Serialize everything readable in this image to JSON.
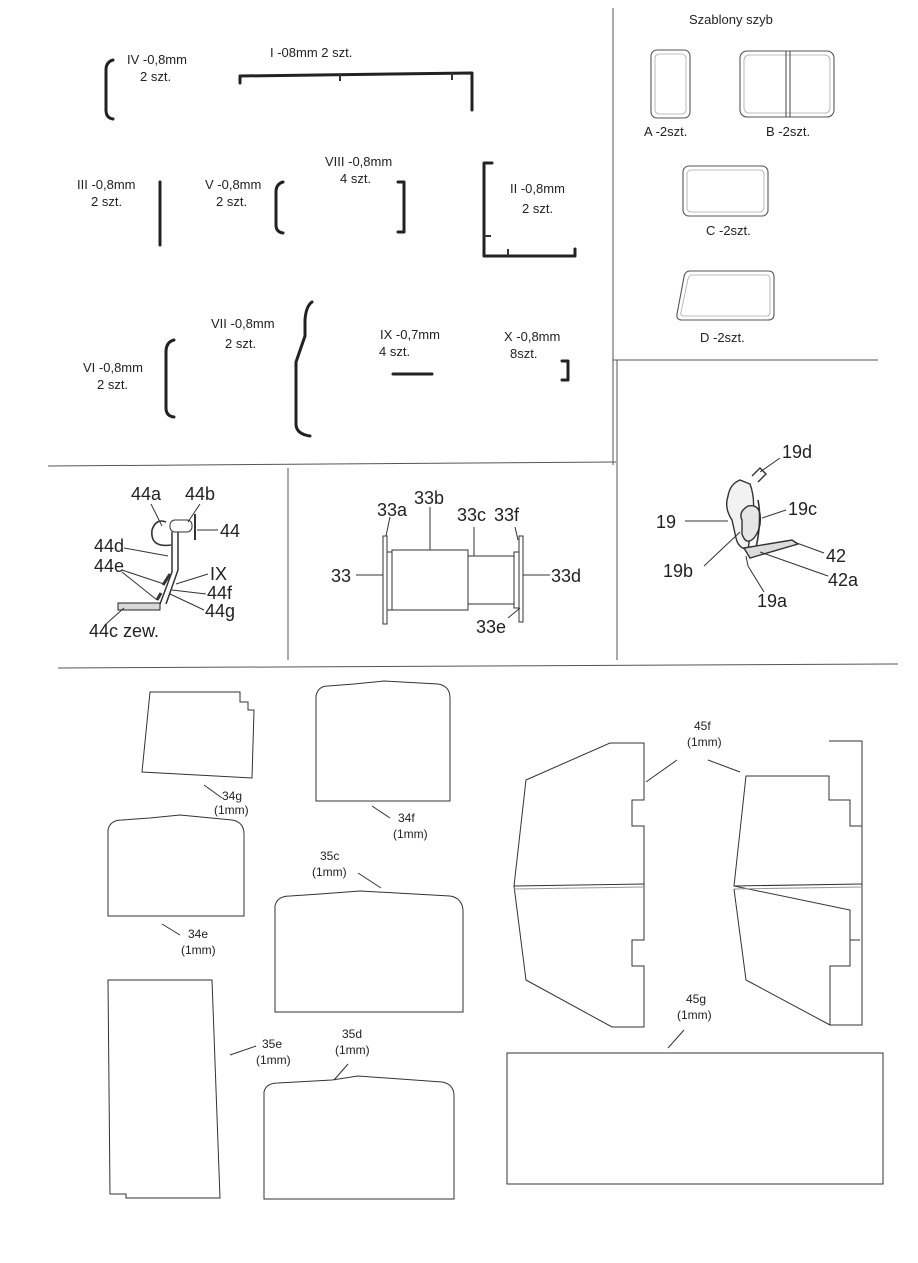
{
  "window_templates": {
    "title": "Szablony szyb",
    "items": [
      {
        "id": "A",
        "label": "A -2szt."
      },
      {
        "id": "B",
        "label": "B -2szt."
      },
      {
        "id": "C",
        "label": "C -2szt."
      },
      {
        "id": "D",
        "label": "D -2szt."
      }
    ]
  },
  "wire_parts": [
    {
      "id": "IV",
      "line1": "IV -0,8mm",
      "line2": "2 szt."
    },
    {
      "id": "I",
      "line1": "I -08mm  2 szt."
    },
    {
      "id": "III",
      "line1": "III -0,8mm",
      "line2": "2 szt."
    },
    {
      "id": "V",
      "line1": "V -0,8mm",
      "line2": "2 szt."
    },
    {
      "id": "VIII",
      "line1": "VIII -0,8mm",
      "line2": "4 szt."
    },
    {
      "id": "II",
      "line1": "II -0,8mm",
      "line2": "2 szt."
    },
    {
      "id": "VII",
      "line1": "VII -0,8mm",
      "line2": "2 szt."
    },
    {
      "id": "VI",
      "line1": "VI -0,8mm",
      "line2": "2 szt."
    },
    {
      "id": "IX",
      "line1": "IX -0,7mm",
      "line2": "4 szt."
    },
    {
      "id": "X",
      "line1": "X -0,8mm",
      "line2": "8szt."
    }
  ],
  "assembly_44": {
    "labels": [
      "44a",
      "44b",
      "44",
      "44d",
      "44e",
      "IX",
      "44f",
      "44g",
      "44c zew."
    ]
  },
  "assembly_33": {
    "labels": [
      "33b",
      "33a",
      "33c",
      "33f",
      "33",
      "33d",
      "33e"
    ]
  },
  "assembly_19": {
    "labels": [
      "19d",
      "19",
      "19c",
      "19b",
      "42",
      "42a",
      "19a"
    ]
  },
  "panels": [
    {
      "id": "34g",
      "name": "34g",
      "thickness": "(1mm)"
    },
    {
      "id": "34f",
      "name": "34f",
      "thickness": "(1mm)"
    },
    {
      "id": "34e",
      "name": "34e",
      "thickness": "(1mm)"
    },
    {
      "id": "35c",
      "name": "35c",
      "thickness": "(1mm)"
    },
    {
      "id": "35e",
      "name": "35e",
      "thickness": "(1mm)"
    },
    {
      "id": "35d",
      "name": "35d",
      "thickness": "(1mm)"
    },
    {
      "id": "45f",
      "name": "45f",
      "thickness": "(1mm)"
    },
    {
      "id": "45g",
      "name": "45g",
      "thickness": "(1mm)"
    }
  ]
}
